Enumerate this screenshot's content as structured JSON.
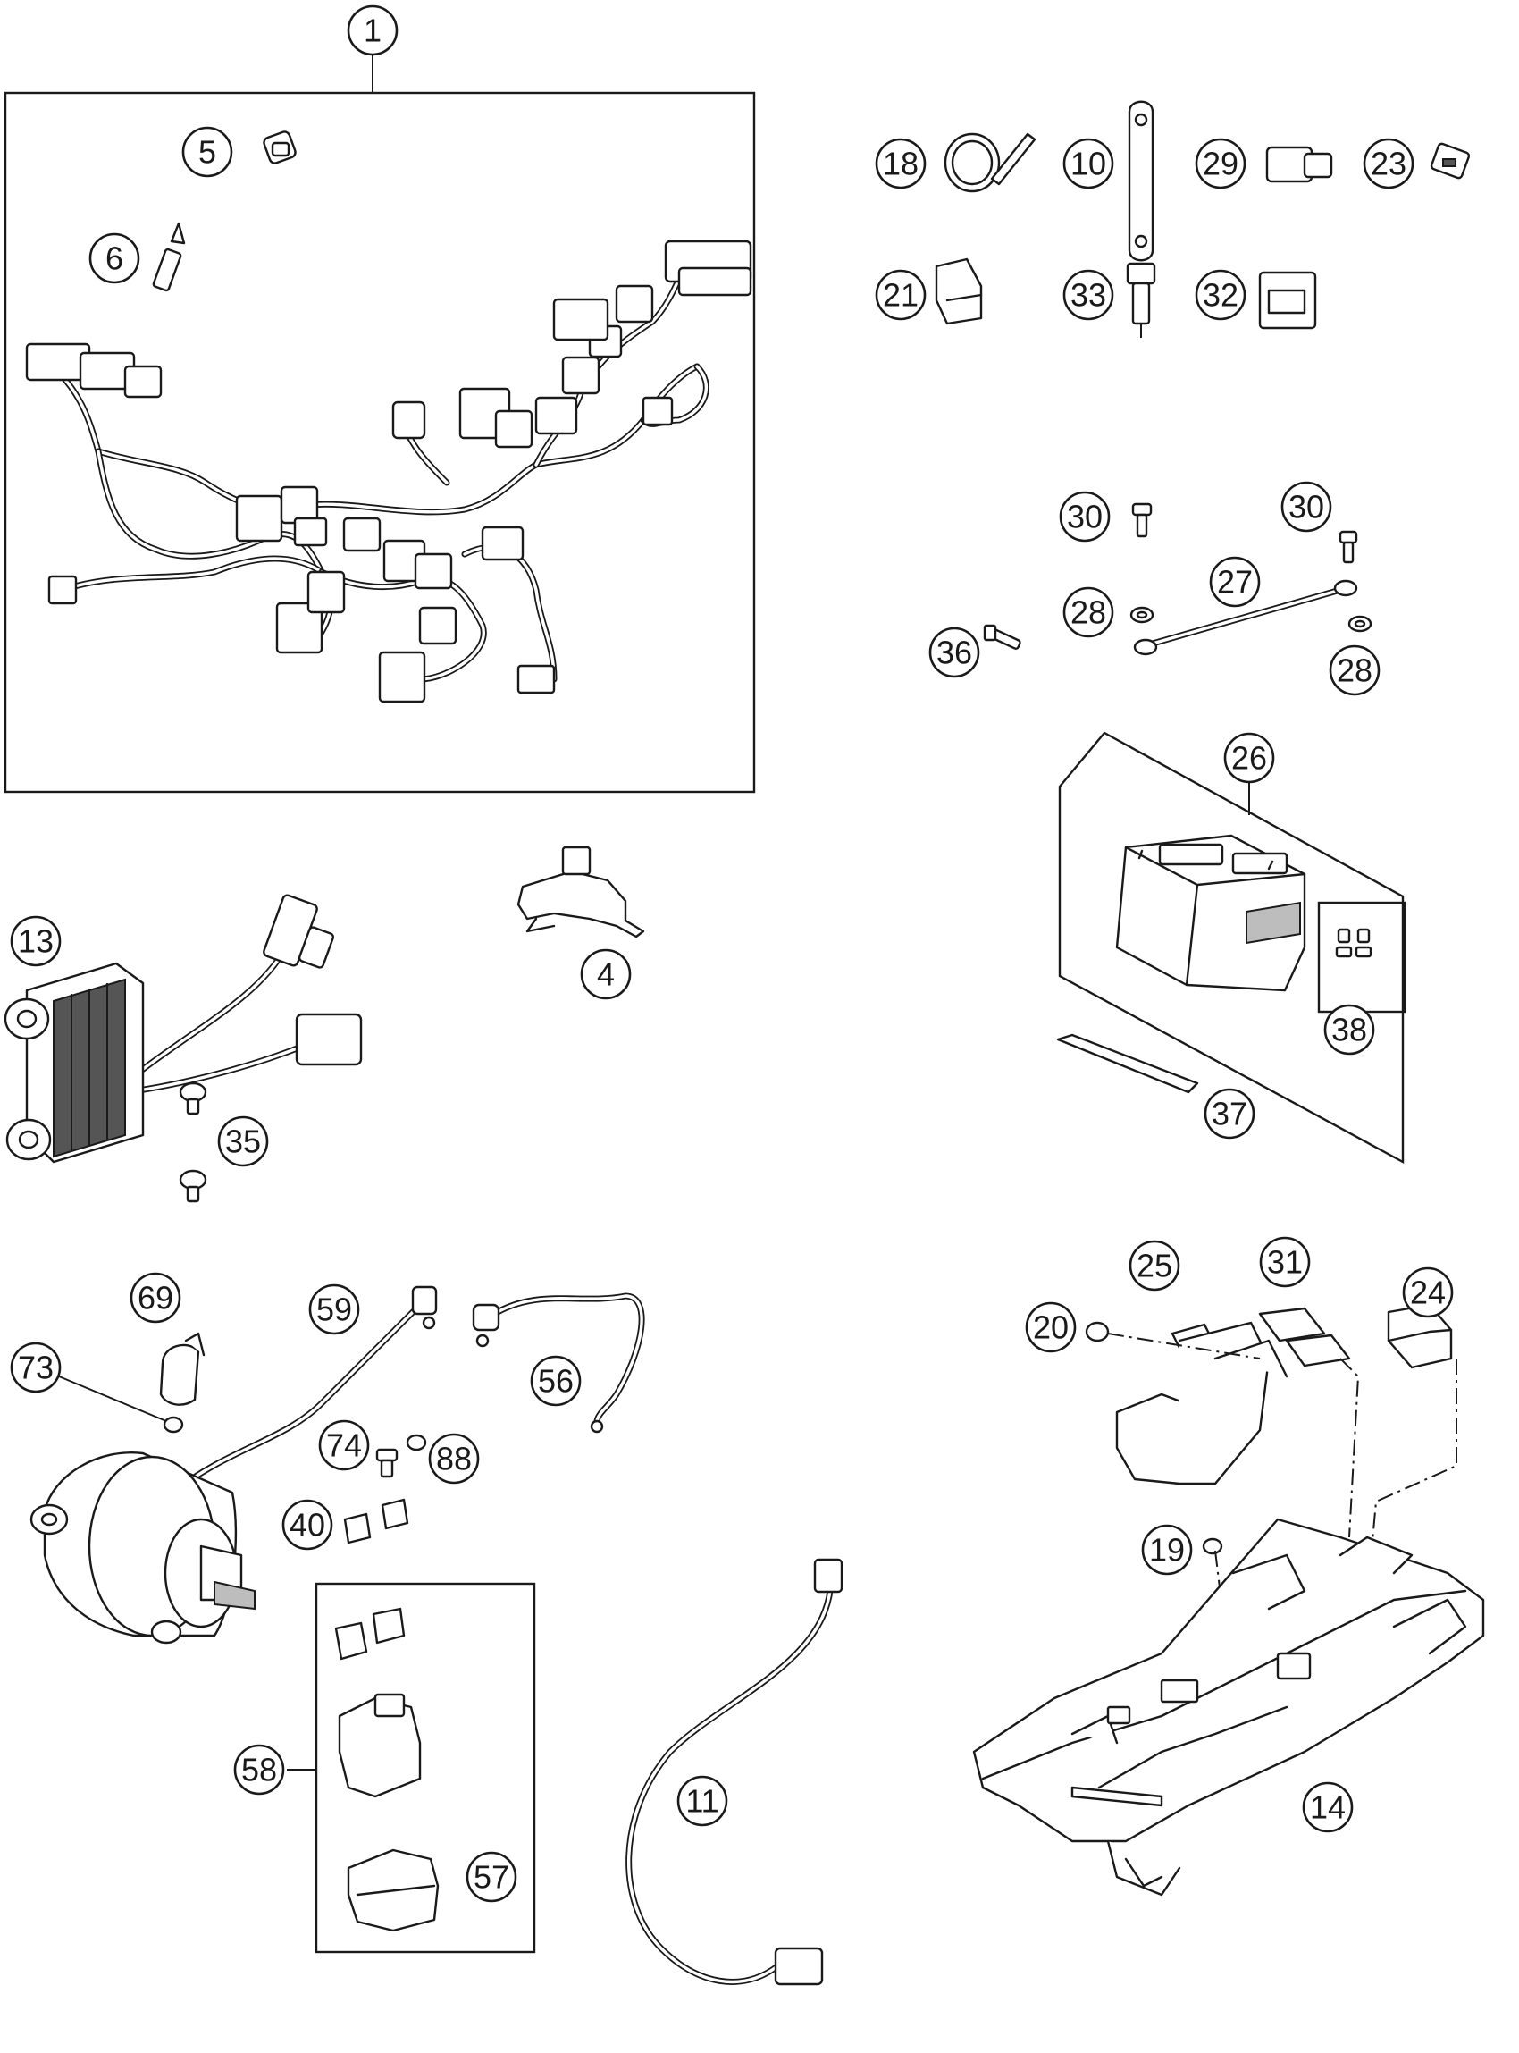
{
  "callouts": [
    {
      "id": "c1",
      "label": "1"
    },
    {
      "id": "c5",
      "label": "5"
    },
    {
      "id": "c6",
      "label": "6"
    },
    {
      "id": "c18",
      "label": "18"
    },
    {
      "id": "c10",
      "label": "10"
    },
    {
      "id": "c29",
      "label": "29"
    },
    {
      "id": "c23",
      "label": "23"
    },
    {
      "id": "c21",
      "label": "21"
    },
    {
      "id": "c33",
      "label": "33"
    },
    {
      "id": "c32",
      "label": "32"
    },
    {
      "id": "c30a",
      "label": "30"
    },
    {
      "id": "c30b",
      "label": "30"
    },
    {
      "id": "c27",
      "label": "27"
    },
    {
      "id": "c28a",
      "label": "28"
    },
    {
      "id": "c28b",
      "label": "28"
    },
    {
      "id": "c36",
      "label": "36"
    },
    {
      "id": "c26",
      "label": "26"
    },
    {
      "id": "c38",
      "label": "38"
    },
    {
      "id": "c37",
      "label": "37"
    },
    {
      "id": "c13",
      "label": "13"
    },
    {
      "id": "c4",
      "label": "4"
    },
    {
      "id": "c35",
      "label": "35"
    },
    {
      "id": "c69",
      "label": "69"
    },
    {
      "id": "c59",
      "label": "59"
    },
    {
      "id": "c73",
      "label": "73"
    },
    {
      "id": "c56",
      "label": "56"
    },
    {
      "id": "c74",
      "label": "74"
    },
    {
      "id": "c88",
      "label": "88"
    },
    {
      "id": "c40",
      "label": "40"
    },
    {
      "id": "c58",
      "label": "58"
    },
    {
      "id": "c57",
      "label": "57"
    },
    {
      "id": "c11",
      "label": "11"
    },
    {
      "id": "c25",
      "label": "25"
    },
    {
      "id": "c31",
      "label": "31"
    },
    {
      "id": "c24",
      "label": "24"
    },
    {
      "id": "c20",
      "label": "20"
    },
    {
      "id": "c19",
      "label": "19"
    },
    {
      "id": "c14",
      "label": "14"
    }
  ]
}
